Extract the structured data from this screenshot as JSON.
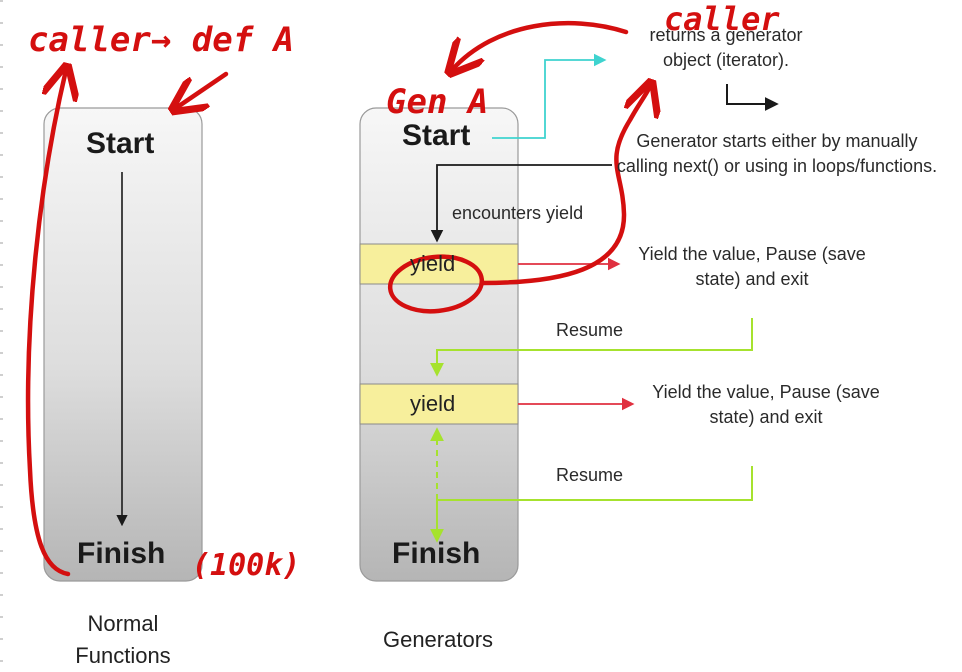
{
  "normal": {
    "start": "Start",
    "finish": "Finish",
    "caption_line1": "Normal",
    "caption_line2": "Functions"
  },
  "generators": {
    "start": "Start",
    "finish": "Finish",
    "caption": "Generators",
    "yield_1": "yield",
    "yield_2": "yield"
  },
  "annotations": {
    "returns": "returns a generator object (iterator).",
    "starts": "Generator starts either by manually calling next() or using in loops/functions.",
    "encounters_yield": "encounters yield",
    "yield_note_1": "Yield  the value, Pause (save state) and exit",
    "yield_note_2": "Yield  the value, Pause (save state) and exit",
    "resume_1": "Resume",
    "resume_2": "Resume"
  },
  "handwriting": {
    "caller_def": "caller→ def A",
    "gen_a": "Gen A",
    "caller": "caller",
    "count": "(100k)"
  },
  "colors": {
    "cyan_arrow": "#3fd3cf",
    "red_arrow": "#e03040",
    "green_arrow": "#a6e22e",
    "yield_fill": "#f7ef9c",
    "ink": "#d40f0f"
  }
}
